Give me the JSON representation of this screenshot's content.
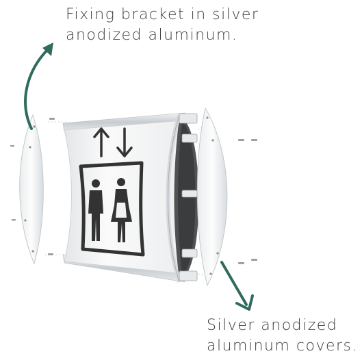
{
  "annotations": {
    "top_line1": "Fixing bracket in silver",
    "top_line2": "anodized aluminum.",
    "bottom_line1": "Silver anodized",
    "bottom_line2": "aluminum covers."
  },
  "colors": {
    "arrow": "#2f6b5e",
    "text": "#3d3d3d",
    "panel": "#f2f2f2",
    "frame": "#cfd3d6",
    "cavity": "#4a4a4a",
    "pictogram": "#333333"
  },
  "icons": {
    "up-arrow": "up-arrow-icon",
    "down-arrow": "down-arrow-icon",
    "elevator": "elevator-pictogram-icon"
  }
}
